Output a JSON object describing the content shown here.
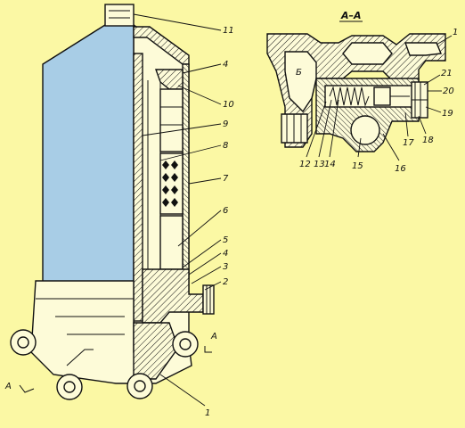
{
  "diagram": {
    "section_label": "A–A",
    "section_cut_letter": "A",
    "cavity_label": "Б",
    "colors": {
      "background": "#fbf8a4",
      "filter_element": "#a8cde6",
      "body_fill": "#fdfbd8",
      "outline": "#111111"
    },
    "main_view_callouts": [
      "11",
      "4",
      "10",
      "9",
      "8",
      "7",
      "6",
      "5",
      "4",
      "3",
      "2",
      "1"
    ],
    "section_view_callouts": [
      "1",
      "21",
      "20",
      "19",
      "18",
      "17",
      "16",
      "15",
      "14",
      "13",
      "12"
    ]
  }
}
